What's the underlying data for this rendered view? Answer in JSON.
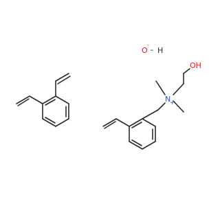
{
  "colors": {
    "bond": "#2b2b2b",
    "oxygen": "#ff0d0d",
    "nitrogen": "#3050f8",
    "hydrogen": "#2b2b2b",
    "background": "#ffffff"
  },
  "labels": {
    "hydroxide_o": "O",
    "hydroxide_charge": "-",
    "hydroxide_dash": "–",
    "hydroxide_h": "H",
    "hydroxyl": "OH",
    "ammonium_n": "N",
    "ammonium_charge": "+"
  }
}
